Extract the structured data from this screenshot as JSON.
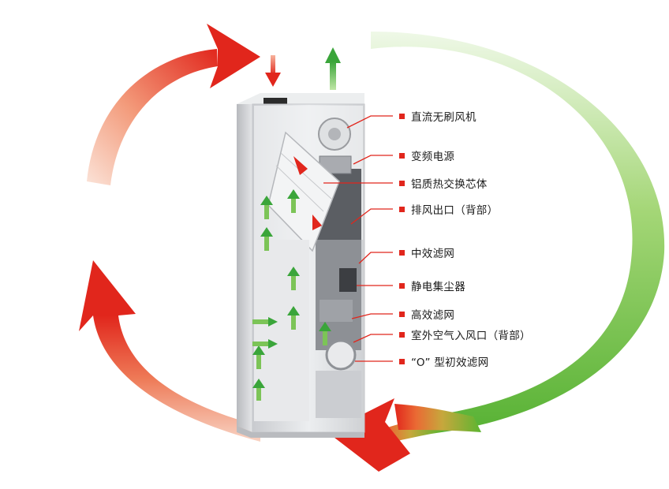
{
  "colors": {
    "airflow_warm": "#e1261c",
    "airflow_warm_fade": "#f6b9a4",
    "airflow_fresh": "#5cb531",
    "airflow_fresh_fade": "#d9efc8",
    "leader": "#e1261c",
    "unit_panel": "#d9dadd"
  },
  "callouts": [
    {
      "label": "直流无刷风机"
    },
    {
      "label": "变频电源"
    },
    {
      "label": "铝质热交换芯体"
    },
    {
      "label": "排风出口（背部）"
    },
    {
      "label": "中效滤网"
    },
    {
      "label": "静电集尘器"
    },
    {
      "label": "高效滤网"
    },
    {
      "label": "室外空气入风口（背部）"
    },
    {
      "label": "“O” 型初效滤网"
    }
  ]
}
